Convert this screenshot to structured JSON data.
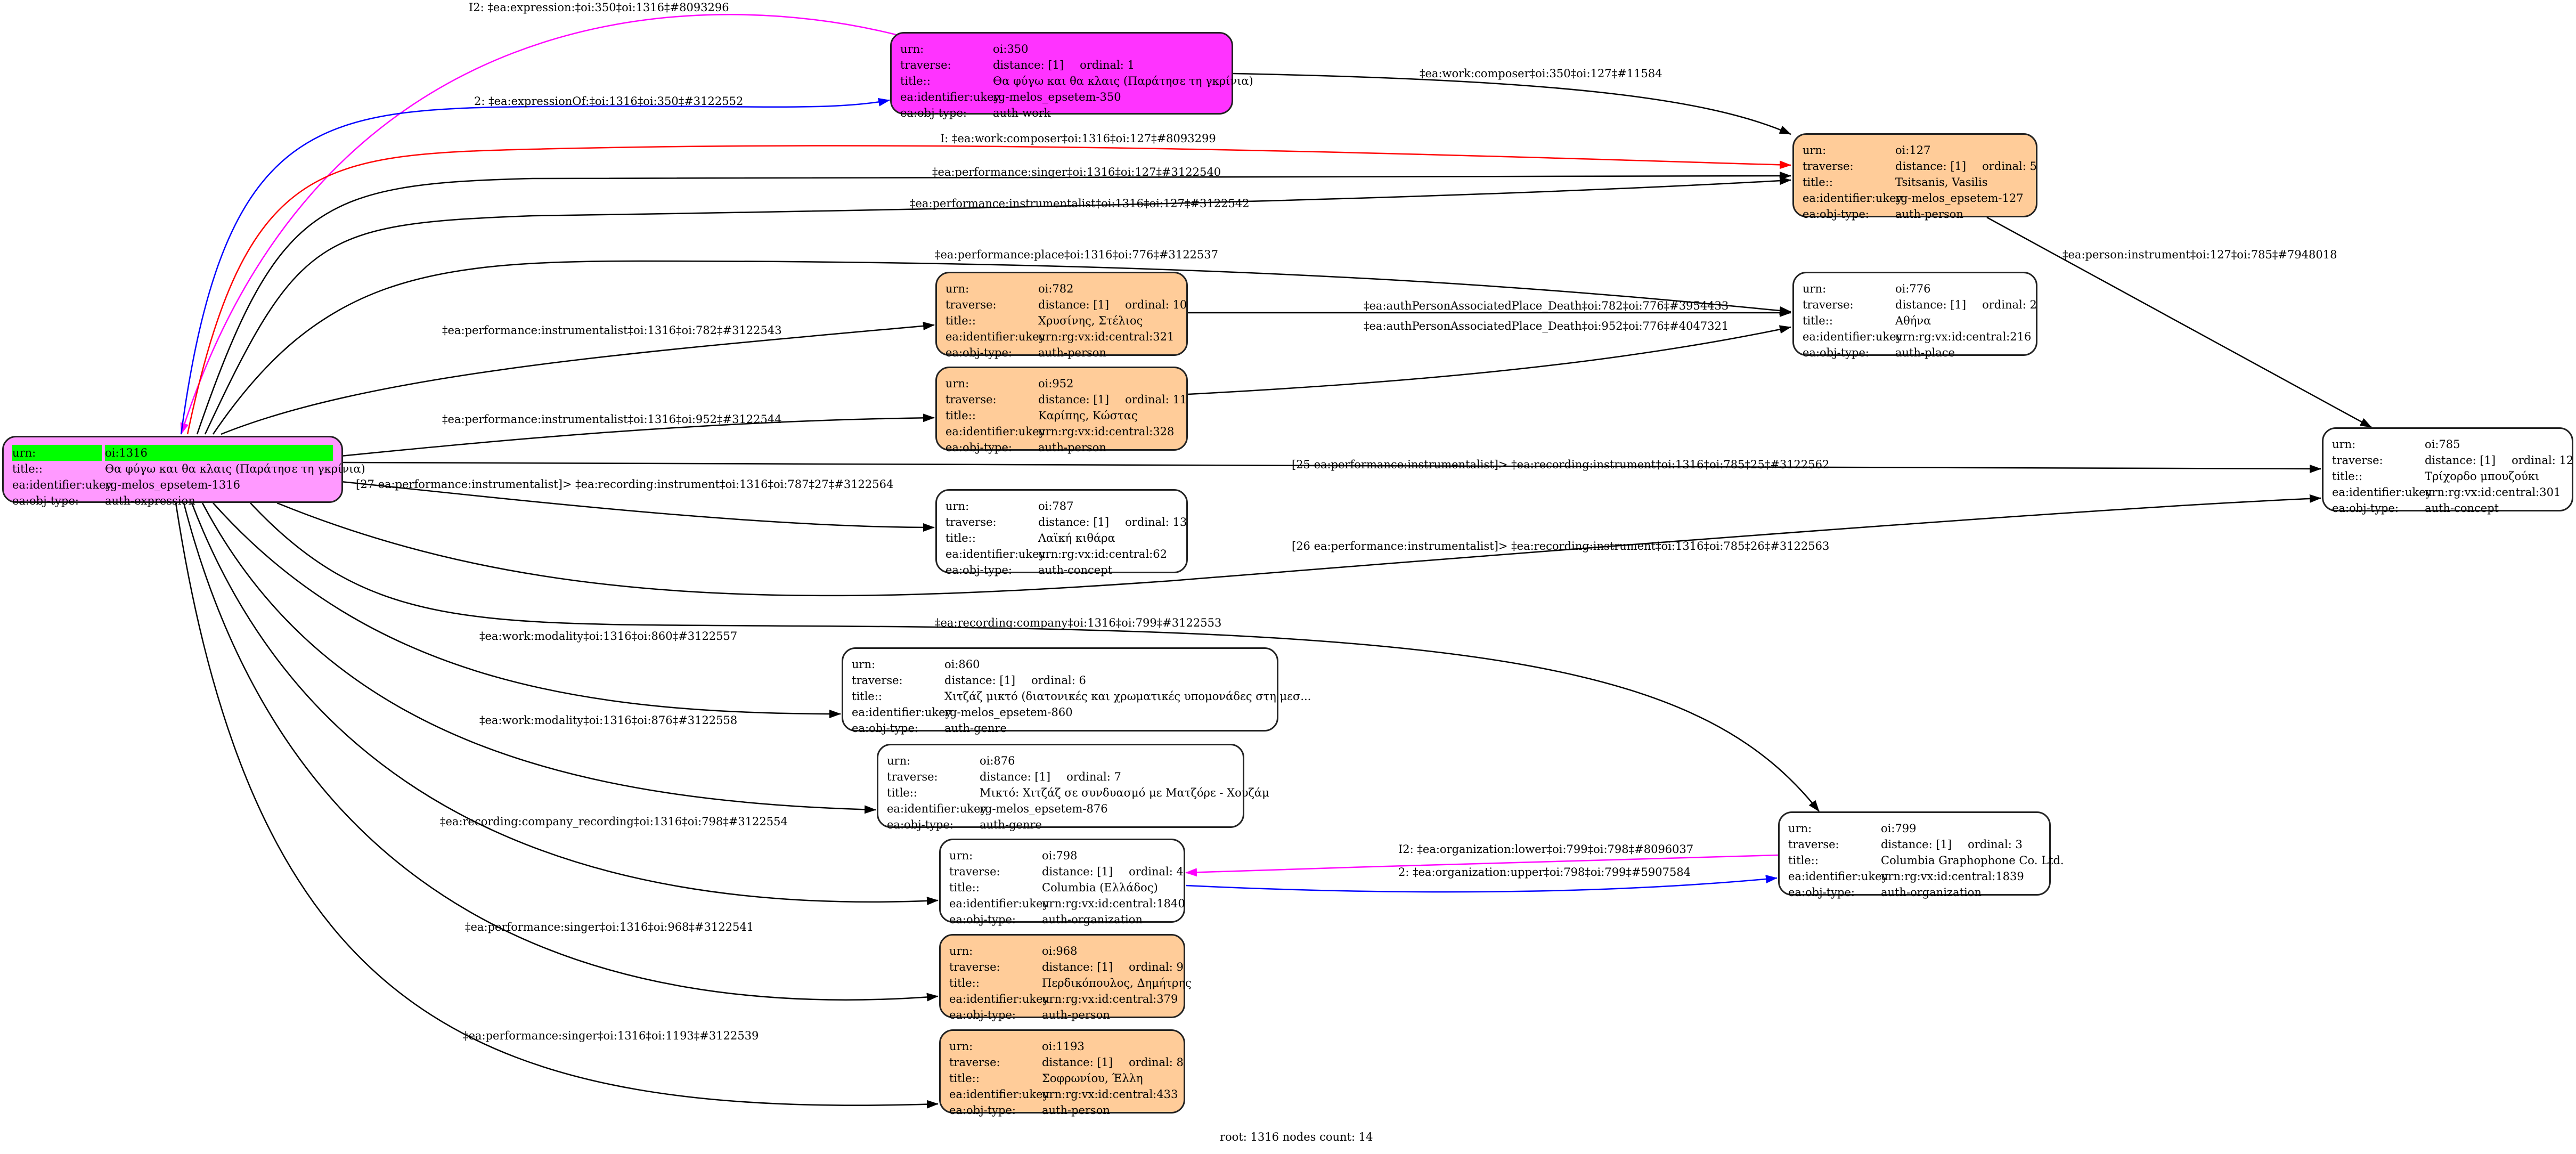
{
  "colors": {
    "root_fill": "#ff99ff",
    "root_highlight": "#00ff00",
    "work_fill": "#ff33ff",
    "person_fill": "#ffcc99",
    "other_fill": "#ffffff",
    "edge_default": "#000000",
    "edge_inverse": "#ff00ff",
    "edge_forward": "#0000ff",
    "edge_composer": "#ff0000"
  },
  "field_labels": {
    "urn": "urn:",
    "traverse": "traverse:",
    "title": "title::",
    "ukey": "ea:identifier:ukey",
    "objtype": "ea:obj-type:"
  },
  "nodes": [
    {
      "id": "n1316",
      "urn": "oi:1316",
      "traverse": null,
      "title": "Θα φύγω και θα κλαις (Παράτησε τη γκρίνια)",
      "ukey": "rg-melos_epsetem-1316",
      "objtype": "auth-expression",
      "kind": "root"
    },
    {
      "id": "n350",
      "urn": "oi:350",
      "distance": "distance: [1]",
      "ordinal": "ordinal: 1",
      "title": "Θα φύγω και θα κλαις (Παράτησε τη γκρίνια)",
      "ukey": "rg-melos_epsetem-350",
      "objtype": "auth-work",
      "kind": "work"
    },
    {
      "id": "n127",
      "urn": "oi:127",
      "distance": "distance: [1]",
      "ordinal": "ordinal: 5",
      "title": "Tsitsanis, Vasilis",
      "ukey": "rg-melos_epsetem-127",
      "objtype": "auth-person",
      "kind": "person"
    },
    {
      "id": "n782",
      "urn": "oi:782",
      "distance": "distance: [1]",
      "ordinal": "ordinal: 10",
      "title": "Χρυσίνης, Στέλιος",
      "ukey": "urn:rg:vx:id:central:321",
      "objtype": "auth-person",
      "kind": "person"
    },
    {
      "id": "n776",
      "urn": "oi:776",
      "distance": "distance: [1]",
      "ordinal": "ordinal: 2",
      "title": "Αθήνα",
      "ukey": "urn:rg:vx:id:central:216",
      "objtype": "auth-place",
      "kind": "other"
    },
    {
      "id": "n952",
      "urn": "oi:952",
      "distance": "distance: [1]",
      "ordinal": "ordinal: 11",
      "title": "Καρίπης, Κώστας",
      "ukey": "urn:rg:vx:id:central:328",
      "objtype": "auth-person",
      "kind": "person"
    },
    {
      "id": "n785",
      "urn": "oi:785",
      "distance": "distance: [1]",
      "ordinal": "ordinal: 12",
      "title": "Τρίχορδο μπουζούκι",
      "ukey": "urn:rg:vx:id:central:301",
      "objtype": "auth-concept",
      "kind": "other"
    },
    {
      "id": "n787",
      "urn": "oi:787",
      "distance": "distance: [1]",
      "ordinal": "ordinal: 13",
      "title": "Λαϊκή κιθάρα",
      "ukey": "urn:rg:vx:id:central:62",
      "objtype": "auth-concept",
      "kind": "other"
    },
    {
      "id": "n860",
      "urn": "oi:860",
      "distance": "distance: [1]",
      "ordinal": "ordinal: 6",
      "title": "Χιτζάζ μικτό (διατονικές και χρωματικές υπομονάδες στη μεσ...",
      "ukey": "rg-melos_epsetem-860",
      "objtype": "auth-genre",
      "kind": "other"
    },
    {
      "id": "n876",
      "urn": "oi:876",
      "distance": "distance: [1]",
      "ordinal": "ordinal: 7",
      "title": "Μικτό: Χιτζάζ σε συνδυασμό με Ματζόρε - Χουζάμ",
      "ukey": "rg-melos_epsetem-876",
      "objtype": "auth-genre",
      "kind": "other"
    },
    {
      "id": "n799",
      "urn": "oi:799",
      "distance": "distance: [1]",
      "ordinal": "ordinal: 3",
      "title": "Columbia Graphophone Co. Ltd.",
      "ukey": "urn:rg:vx:id:central:1839",
      "objtype": "auth-organization",
      "kind": "other"
    },
    {
      "id": "n798",
      "urn": "oi:798",
      "distance": "distance: [1]",
      "ordinal": "ordinal: 4",
      "title": "Columbia (Ελλάδος)",
      "ukey": "urn:rg:vx:id:central:1840",
      "objtype": "auth-organization",
      "kind": "other"
    },
    {
      "id": "n968",
      "urn": "oi:968",
      "distance": "distance: [1]",
      "ordinal": "ordinal: 9",
      "title": "Περδικόπουλος, Δημήτρης",
      "ukey": "urn:rg:vx:id:central:379",
      "objtype": "auth-person",
      "kind": "person"
    },
    {
      "id": "n1193",
      "urn": "oi:1193",
      "distance": "distance: [1]",
      "ordinal": "ordinal: 8",
      "title": "Σοφρωνίου, Έλλη",
      "ukey": "urn:rg:vx:id:central:433",
      "objtype": "auth-person",
      "kind": "person"
    }
  ],
  "edges": [
    {
      "from": "n350",
      "to": "n1316",
      "label": "I2: ‡ea:expression:‡oi:350‡oi:1316‡#8093296",
      "color": "edge_inverse"
    },
    {
      "from": "n1316",
      "to": "n350",
      "label": "2: ‡ea:expressionOf:‡oi:1316‡oi:350‡#3122552",
      "color": "edge_forward"
    },
    {
      "from": "n350",
      "to": "n127",
      "label": "‡ea:work:composer‡oi:350‡oi:127‡#11584",
      "color": "edge_default"
    },
    {
      "from": "n1316",
      "to": "n127",
      "label": "I: ‡ea:work:composer‡oi:1316‡oi:127‡#8093299",
      "color": "edge_composer"
    },
    {
      "from": "n1316",
      "to": "n127",
      "label": "‡ea:performance:singer‡oi:1316‡oi:127‡#3122540",
      "color": "edge_default"
    },
    {
      "from": "n1316",
      "to": "n127",
      "label": "‡ea:performance:instrumentalist‡oi:1316‡oi:127‡#3122542",
      "color": "edge_default"
    },
    {
      "from": "n1316",
      "to": "n776",
      "label": "‡ea:performance:place‡oi:1316‡oi:776‡#3122537",
      "color": "edge_default"
    },
    {
      "from": "n1316",
      "to": "n782",
      "label": "‡ea:performance:instrumentalist‡oi:1316‡oi:782‡#3122543",
      "color": "edge_default"
    },
    {
      "from": "n782",
      "to": "n776",
      "label": "‡ea:authPersonAssociatedPlace_Death‡oi:782‡oi:776‡#3954433",
      "color": "edge_default"
    },
    {
      "from": "n952",
      "to": "n776",
      "label": "‡ea:authPersonAssociatedPlace_Death‡oi:952‡oi:776‡#4047321",
      "color": "edge_default"
    },
    {
      "from": "n1316",
      "to": "n952",
      "label": "‡ea:performance:instrumentalist‡oi:1316‡oi:952‡#3122544",
      "color": "edge_default"
    },
    {
      "from": "n127",
      "to": "n785",
      "label": "‡ea:person:instrument‡oi:127‡oi:785‡#7948018",
      "color": "edge_default"
    },
    {
      "from": "n1316",
      "to": "n785",
      "label": "[25 ea:performance:instrumentalist]> ‡ea:recording:instrument‡oi:1316‡oi:785‡25‡#3122562",
      "color": "edge_default"
    },
    {
      "from": "n1316",
      "to": "n787",
      "label": "[27 ea:performance:instrumentalist]> ‡ea:recording:instrument‡oi:1316‡oi:787‡27‡#3122564",
      "color": "edge_default"
    },
    {
      "from": "n1316",
      "to": "n785",
      "label": "[26 ea:performance:instrumentalist]> ‡ea:recording:instrument‡oi:1316‡oi:785‡26‡#3122563",
      "color": "edge_default"
    },
    {
      "from": "n1316",
      "to": "n799",
      "label": "‡ea:recording:company‡oi:1316‡oi:799‡#3122553",
      "color": "edge_default"
    },
    {
      "from": "n1316",
      "to": "n860",
      "label": "‡ea:work:modality‡oi:1316‡oi:860‡#3122557",
      "color": "edge_default"
    },
    {
      "from": "n1316",
      "to": "n876",
      "label": "‡ea:work:modality‡oi:1316‡oi:876‡#3122558",
      "color": "edge_default"
    },
    {
      "from": "n1316",
      "to": "n798",
      "label": "‡ea:recording:company_recording‡oi:1316‡oi:798‡#3122554",
      "color": "edge_default"
    },
    {
      "from": "n799",
      "to": "n798",
      "label": "I2: ‡ea:organization:lower‡oi:799‡oi:798‡#8096037",
      "color": "edge_inverse"
    },
    {
      "from": "n798",
      "to": "n799",
      "label": "2: ‡ea:organization:upper‡oi:798‡oi:799‡#5907584",
      "color": "edge_forward"
    },
    {
      "from": "n1316",
      "to": "n968",
      "label": "‡ea:performance:singer‡oi:1316‡oi:968‡#3122541",
      "color": "edge_default"
    },
    {
      "from": "n1316",
      "to": "n1193",
      "label": "‡ea:performance:singer‡oi:1316‡oi:1193‡#3122539",
      "color": "edge_default"
    }
  ],
  "footer": "root: 1316 nodes count: 14"
}
